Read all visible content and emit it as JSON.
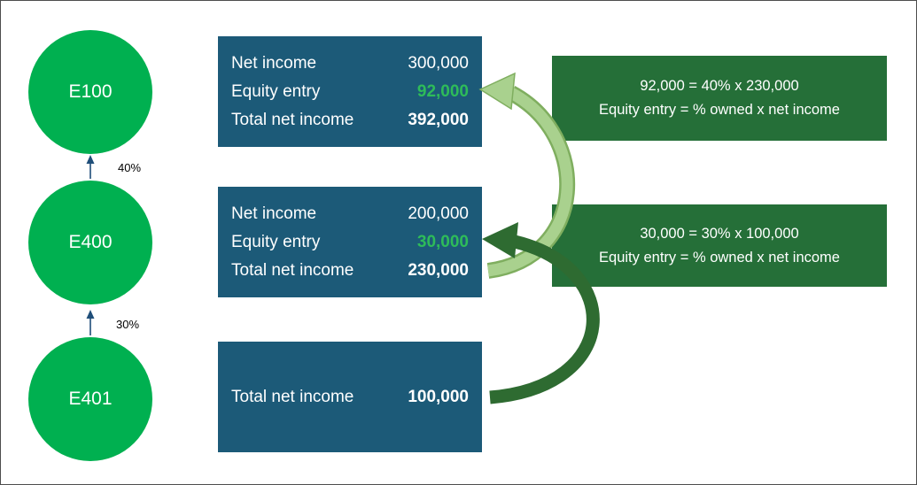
{
  "org": {
    "nodes": [
      {
        "label": "E100"
      },
      {
        "label": "E400"
      },
      {
        "label": "E401"
      }
    ],
    "links": [
      {
        "pct": "40%"
      },
      {
        "pct": "30%"
      }
    ]
  },
  "income_boxes": [
    {
      "rows": [
        {
          "label": "Net income",
          "value": "300,000"
        },
        {
          "label": "Equity entry",
          "value": "92,000"
        },
        {
          "label": "Total net income",
          "value": "392,000"
        }
      ]
    },
    {
      "rows": [
        {
          "label": "Net income",
          "value": "200,000"
        },
        {
          "label": "Equity entry",
          "value": "30,000"
        },
        {
          "label": "Total net income",
          "value": "230,000"
        }
      ]
    },
    {
      "rows": [
        {
          "label": "Total net income",
          "value": "100,000"
        }
      ]
    }
  ],
  "notes": [
    {
      "line1": "92,000 = 40% x 230,000",
      "line2": "Equity entry = % owned x net income"
    },
    {
      "line1": "30,000 = 30% x 100,000",
      "line2": "Equity entry = % owned x net income"
    }
  ],
  "colors": {
    "node_green": "#00b050",
    "box_teal": "#1c5a78",
    "note_green": "#256f38",
    "equity_text_green": "#2ebc59",
    "arrow_light_fill": "#a9d18e",
    "arrow_light_outline": "#7fae5f",
    "arrow_dark": "#2e6b31",
    "ownership_arrow_blue": "#1f4e79"
  }
}
